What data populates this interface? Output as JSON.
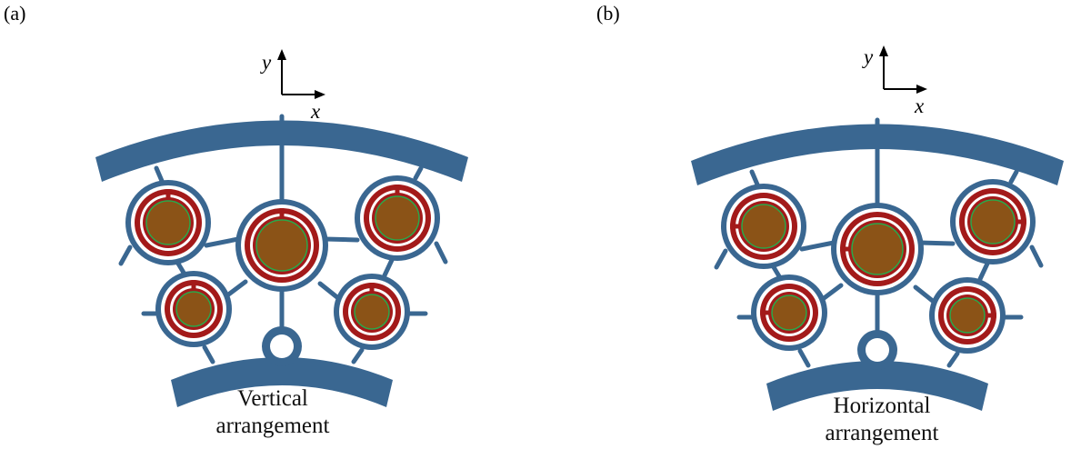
{
  "panels": [
    {
      "label": "(a)",
      "caption_line1": "Vertical",
      "caption_line2": "arrangement",
      "axis_x": "x",
      "axis_y": "y",
      "slit_orientation": "vertical"
    },
    {
      "label": "(b)",
      "caption_line1": "Horizontal",
      "caption_line2": "arrangement",
      "axis_x": "x",
      "axis_y": "y",
      "slit_orientation": "horizontal"
    }
  ],
  "colors": {
    "frame": "#3a6791",
    "cladding": "#a31a1a",
    "core": "#8b5317",
    "core_ring": "#2aa84a",
    "gap": "#ffffff"
  }
}
